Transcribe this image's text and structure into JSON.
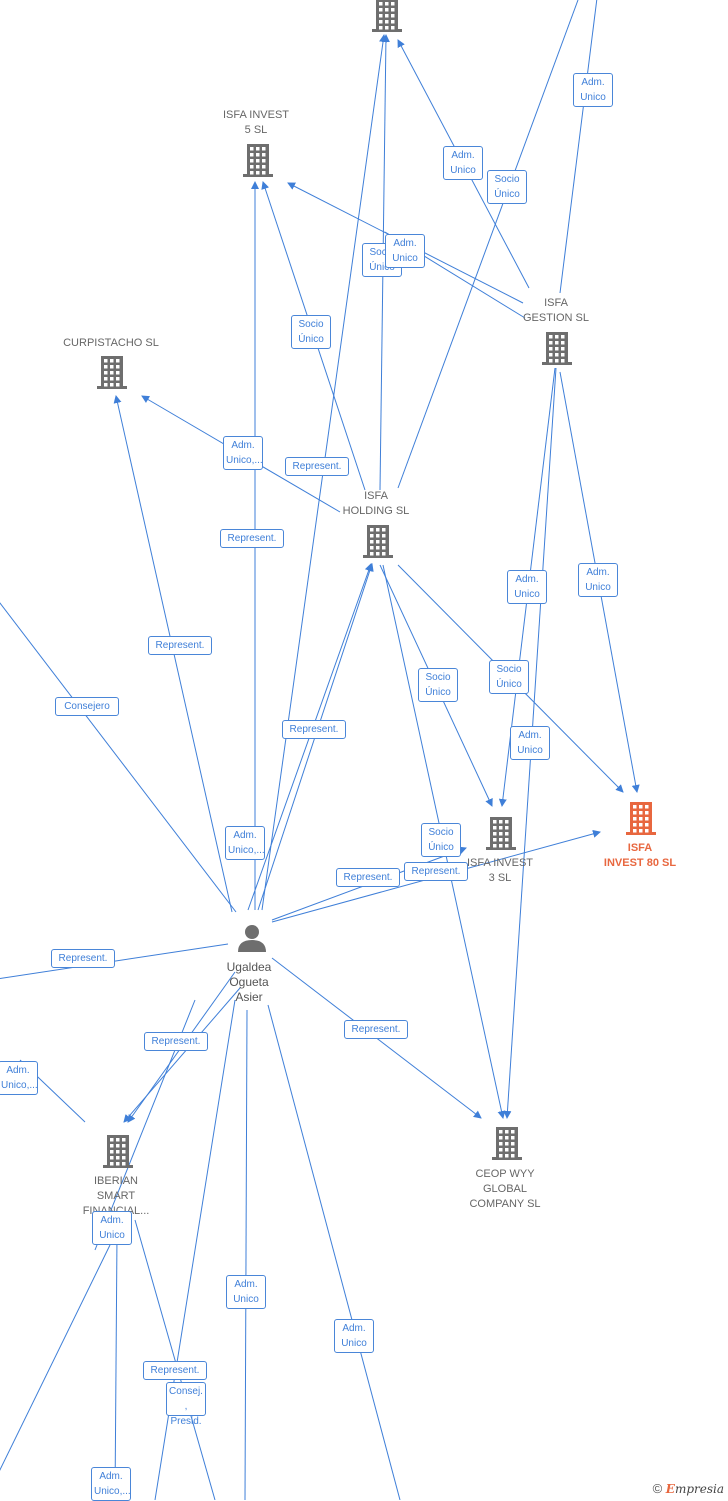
{
  "nodes": {
    "isfa_invest_5": {
      "label": "ISFA INVEST\n5  SL"
    },
    "curpistacho": {
      "label": "CURPISTACHO SL"
    },
    "isfa_gestion": {
      "label": "ISFA\nGESTION  SL"
    },
    "isfa_holding": {
      "label": "ISFA\nHOLDING  SL"
    },
    "isfa_invest_3": {
      "label": "ISFA INVEST\n3  SL"
    },
    "isfa_invest_80": {
      "label": "ISFA\nINVEST 80  SL"
    },
    "person": {
      "label": "Ugaldea\nOgueta\nAsier"
    },
    "iberian": {
      "label": "IBERIAN\nSMART\nFINANCIAL..."
    },
    "ceop": {
      "label": "CEOP WYY\nGLOBAL\nCOMPANY SL"
    }
  },
  "edge_labels": [
    "Adm.\nUnico",
    "Adm.\nUnico",
    "Socio\nÚnico",
    "Socio\nÚnico",
    "Adm.\nUnico",
    "Socio\nÚnico",
    "Adm.\nUnico,...",
    "Represent.",
    "Represent.",
    "Represent.",
    "Consejero",
    "Represent.",
    "Adm.\nUnico",
    "Adm.\nUnico",
    "Socio\nÚnico",
    "Socio\nÚnico",
    "Adm.\nUnico",
    "Adm.\nUnico,...",
    "Socio\nÚnico",
    "Represent.",
    "Represent.",
    "Represent.",
    "Represent.",
    "Adm.\nUnico,...",
    "Represent.",
    "Adm.\nUnico",
    "Adm.\nUnico",
    "Adm.\nUnico",
    "Represent.",
    "Consej. ,\nPresid.",
    "Adm.\nUnico,..."
  ],
  "colors": {
    "edge": "#3f7fd8",
    "company": "#6e6e6e",
    "focus": "#e8673f"
  },
  "footer": {
    "copyright": "©",
    "brand_e": "E",
    "brand_rest": "mpresia"
  }
}
